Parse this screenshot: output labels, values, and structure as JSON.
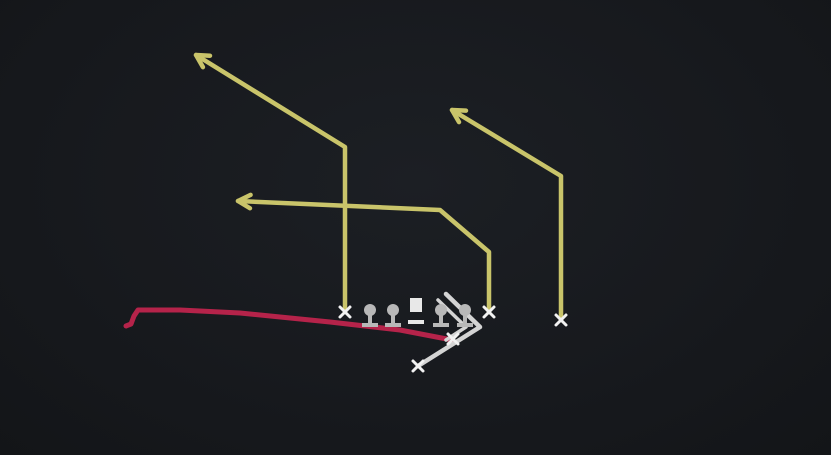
{
  "diagram": {
    "type": "football-play-diagram",
    "colors": {
      "background": "#17191e",
      "route_primary": "#c9c46a",
      "route_run": "#b5234a",
      "route_secondary": "#d4d4d4",
      "lineman": "#b8b8b8",
      "center": "#e8e8e8",
      "receiver_marker": "#f2f2f2"
    },
    "players": [
      {
        "id": "left-receiver",
        "marker": "x"
      },
      {
        "id": "lineman-1",
        "marker": "lineman"
      },
      {
        "id": "lineman-2",
        "marker": "lineman"
      },
      {
        "id": "center",
        "marker": "center"
      },
      {
        "id": "lineman-3",
        "marker": "lineman"
      },
      {
        "id": "lineman-4",
        "marker": "lineman"
      },
      {
        "id": "tight-receiver",
        "marker": "x"
      },
      {
        "id": "wide-right-receiver",
        "marker": "x"
      },
      {
        "id": "backfield-runner",
        "marker": "x"
      },
      {
        "id": "quarterback",
        "marker": "x"
      }
    ],
    "routes": [
      {
        "id": "go-then-post-left",
        "color": "route_primary",
        "arrow": true
      },
      {
        "id": "crossing-dig",
        "color": "route_primary",
        "arrow": true
      },
      {
        "id": "corner-post-right",
        "color": "route_primary",
        "arrow": true
      },
      {
        "id": "run-left",
        "color": "route_run",
        "arrow": false
      },
      {
        "id": "qb-bootleg-chevron",
        "color": "route_secondary",
        "arrow": false
      }
    ]
  }
}
